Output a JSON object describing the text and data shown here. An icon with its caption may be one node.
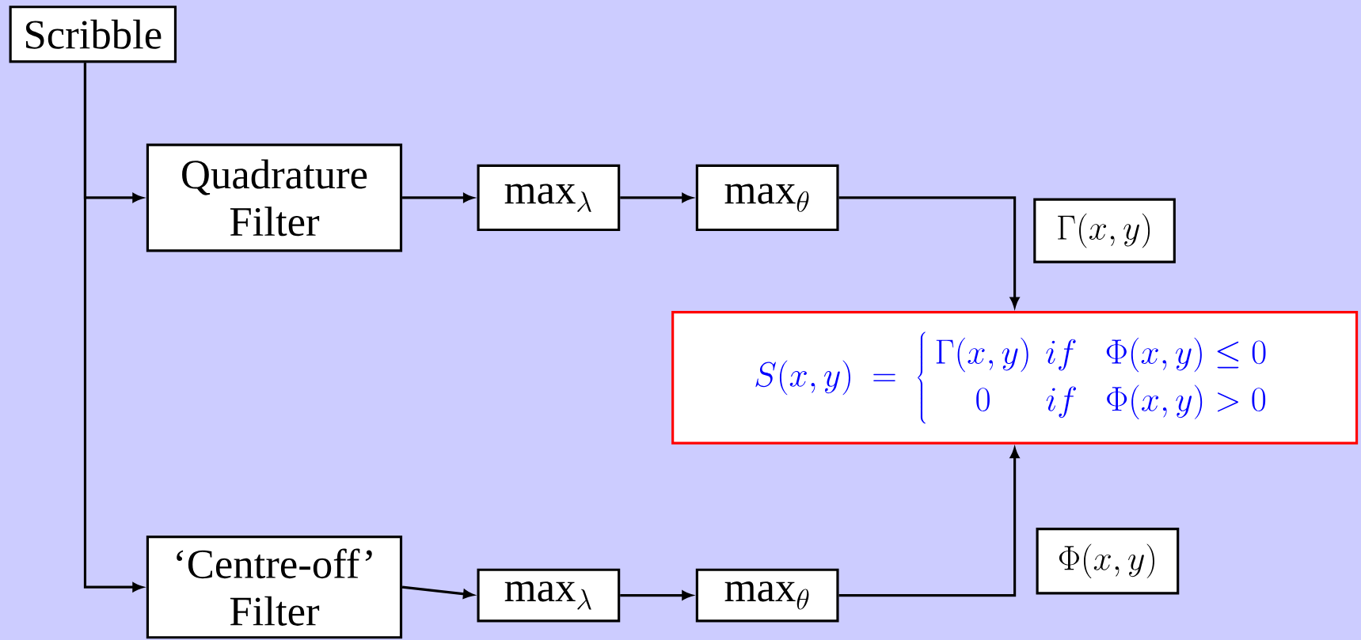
{
  "diagram": {
    "nodes": [
      {
        "text": [
          "Scribble"
        ]
      },
      {
        "text": [
          "Quadrature Filter"
        ]
      },
      {
        "text": [
          "\\mathrm{max}_{\\lambda}"
        ]
      },
      {
        "text": [
          "\\mathrm{max}_{\\theta}"
        ]
      },
      {
        "text": [
          "\\Gamma(x,y)"
        ]
      },
      {
        "text": [
          "S(x,y) = \\left\\{\\begin{array}{cc} \\Gamma(x,y) & if\\ \\ \\Phi(x,y)\\le 0 \\\\ 0 & if\\ \\ \\Phi(x,y) > 0 \\end{array}\\right."
        ]
      },
      {
        "text": [
          "‘Centre-off’ Filter"
        ]
      },
      {
        "text": [
          "\\mathrm{max}_{\\lambda}"
        ]
      },
      {
        "text": [
          "\\mathrm{max}_{\\theta}"
        ]
      },
      {
        "text": [
          "\\Phi(x,y)"
        ]
      }
    ],
    "edges": [
      {
        "from": 0,
        "to": 1,
        "arrow": "to"
      },
      {
        "from": 0,
        "to": 6,
        "arrow": "to"
      },
      {
        "from": 1,
        "to": 2,
        "arrow": "to"
      },
      {
        "from": 2,
        "to": 3,
        "arrow": "to"
      },
      {
        "from": 3,
        "to": 5,
        "arrow": "to"
      },
      {
        "from": 6,
        "to": 7,
        "arrow": "to"
      },
      {
        "from": 7,
        "to": 8,
        "arrow": "to"
      },
      {
        "from": 8,
        "to": 5,
        "arrow": "to"
      }
    ]
  }
}
